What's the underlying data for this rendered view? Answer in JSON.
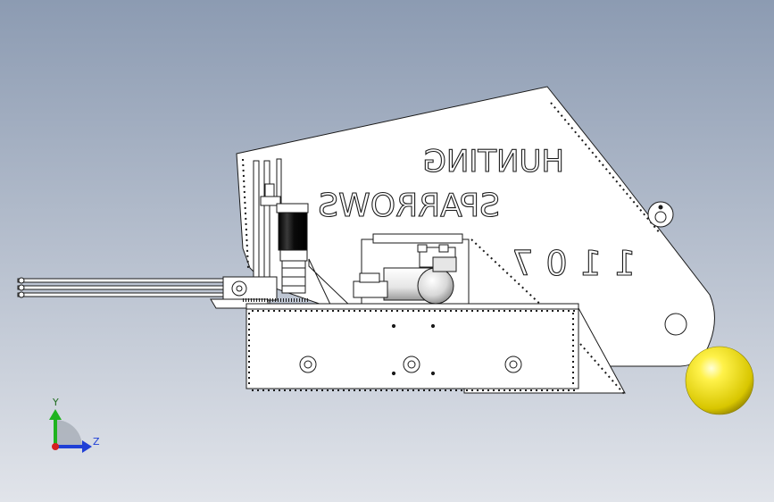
{
  "model": {
    "text_line_1": "HUNTING",
    "text_line_2": "SPARROWS",
    "team_number": "1107"
  },
  "triad": {
    "y_label": "Y",
    "z_label": "Z"
  },
  "colors": {
    "bg_top": "#8e9db3",
    "bg_bottom": "#dfe3e9",
    "part_fill": "#ffffff",
    "part_stroke": "#1a1a1a",
    "motor": "#111111",
    "ball": "#f2e600",
    "y_axis": "#1fb31f",
    "z_axis": "#1f3fd6",
    "origin": "#d61f1f"
  },
  "icons": {
    "triad": "coordinate-triad-icon"
  }
}
